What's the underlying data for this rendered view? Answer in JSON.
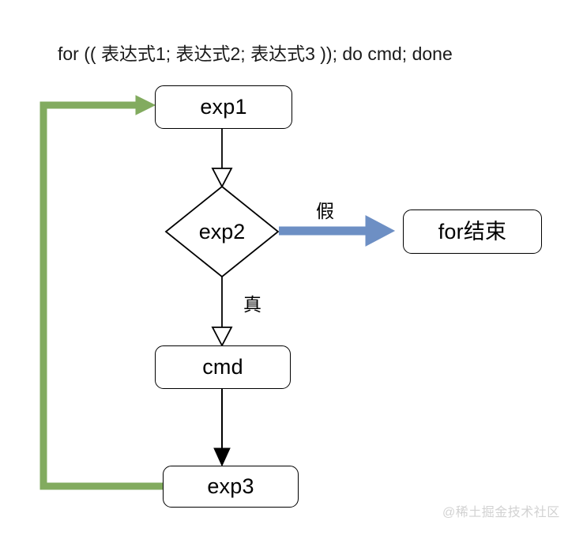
{
  "diagram": {
    "title": "for (( 表达式1; 表达式2; 表达式3 )); do cmd; done",
    "watermark": "@稀土掘金技术社区",
    "colors": {
      "stroke": "#000000",
      "background": "#ffffff",
      "loop_arrow": "#82ab5f",
      "false_arrow": "#6d8fc4",
      "watermark": "#d2d2d2"
    },
    "nodes": [
      {
        "id": "exp1",
        "label": "exp1",
        "shape": "rounded-rect"
      },
      {
        "id": "exp2",
        "label": "exp2",
        "shape": "diamond"
      },
      {
        "id": "for_end",
        "label": "for结束",
        "shape": "rounded-rect"
      },
      {
        "id": "cmd",
        "label": "cmd",
        "shape": "rounded-rect"
      },
      {
        "id": "exp3",
        "label": "exp3",
        "shape": "rounded-rect"
      }
    ],
    "edges": [
      {
        "id": "exp1-to-exp2",
        "from": "exp1",
        "to": "exp2",
        "label": "",
        "color": "#000000",
        "arrowhead": "hollow"
      },
      {
        "id": "exp2-to-for-end",
        "from": "exp2",
        "to": "for_end",
        "label": "假",
        "color": "#6d8fc4",
        "arrowhead": "filled"
      },
      {
        "id": "exp2-to-cmd",
        "from": "exp2",
        "to": "cmd",
        "label": "真",
        "color": "#000000",
        "arrowhead": "hollow"
      },
      {
        "id": "cmd-to-exp3",
        "from": "cmd",
        "to": "exp3",
        "label": "",
        "color": "#000000",
        "arrowhead": "filled"
      },
      {
        "id": "exp3-to-exp1",
        "from": "exp3",
        "to": "exp1",
        "label": "",
        "color": "#82ab5f",
        "arrowhead": "filled"
      }
    ]
  }
}
